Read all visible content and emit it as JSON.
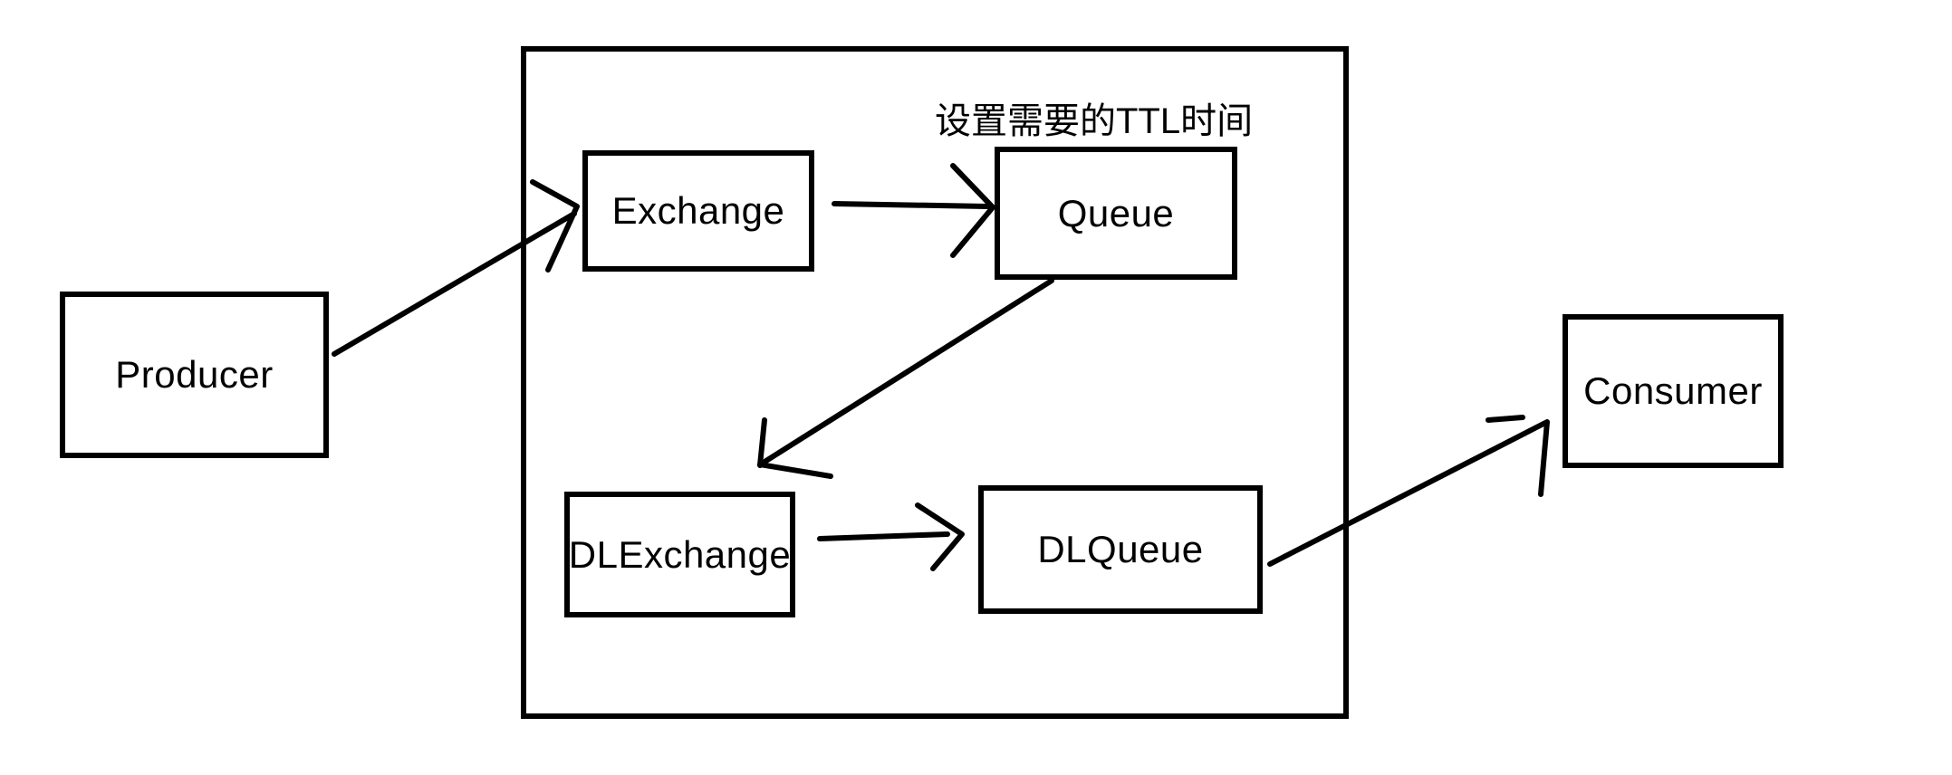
{
  "canvas": {
    "background": "#ffffff",
    "ink_color": "#000000"
  },
  "diagram": {
    "nodes": [
      {
        "id": "producer",
        "label": "Producer"
      },
      {
        "id": "exchange",
        "label": "Exchange"
      },
      {
        "id": "queue",
        "label": "Queue"
      },
      {
        "id": "dlexchange",
        "label": "DLExchange"
      },
      {
        "id": "dlqueue",
        "label": "DLQueue"
      },
      {
        "id": "consumer",
        "label": "Consumer"
      }
    ],
    "annotations": [
      {
        "id": "ttl-note",
        "text": "设置需要的TTL时间",
        "target": "queue"
      }
    ],
    "edges": [
      {
        "from": "producer",
        "to": "exchange"
      },
      {
        "from": "exchange",
        "to": "queue"
      },
      {
        "from": "queue",
        "to": "dlexchange"
      },
      {
        "from": "dlexchange",
        "to": "dlqueue"
      },
      {
        "from": "dlqueue",
        "to": "consumer"
      }
    ]
  }
}
